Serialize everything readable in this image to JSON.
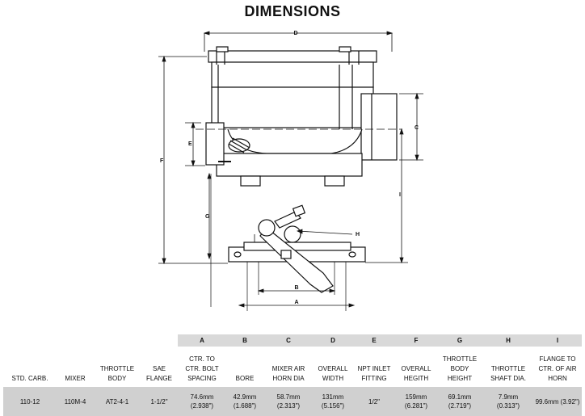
{
  "title": "DIMENSIONS",
  "drawing_labels": {
    "A": "A",
    "B": "B",
    "C": "C",
    "D": "D",
    "E": "E",
    "F": "F",
    "G": "G",
    "H": "H",
    "I": "I"
  },
  "table": {
    "letters": [
      "A",
      "B",
      "C",
      "D",
      "E",
      "F",
      "G",
      "H",
      "I"
    ],
    "headers": [
      [
        "STD. CARB."
      ],
      [
        "MIXER"
      ],
      [
        "THROTTLE",
        "BODY"
      ],
      [
        "SAE",
        "FLANGE"
      ],
      [
        "CTR. TO",
        "CTR. BOLT",
        "SPACING"
      ],
      [
        "BORE"
      ],
      [
        "MIXER AIR",
        "HORN DIA"
      ],
      [
        "OVERALL",
        "WIDTH"
      ],
      [
        "NPT INLET",
        "FITTING"
      ],
      [
        "OVERALL",
        "HEGITH"
      ],
      [
        "THROTTLE",
        "BODY",
        "HEIGHT"
      ],
      [
        "THROTTLE",
        "SHAFT DIA."
      ],
      [
        "FLANGE TO",
        "CTR. OF AIR",
        "HORN"
      ]
    ],
    "row": [
      [
        "110-12"
      ],
      [
        "110M-4"
      ],
      [
        "AT2-4-1"
      ],
      [
        "1-1/2\""
      ],
      [
        "74.6mm",
        "(2.938\")"
      ],
      [
        "42.9mm",
        "(1.688\")"
      ],
      [
        "58.7mm",
        "(2.313\")"
      ],
      [
        "131mm",
        "(5.156\")"
      ],
      [
        "1/2\""
      ],
      [
        "159mm",
        "(6.281\")"
      ],
      [
        "69.1mm",
        "(2.719\")"
      ],
      [
        "7.9mm",
        "(0.313\")"
      ],
      [
        "99.6mm (3.92\")"
      ]
    ]
  }
}
